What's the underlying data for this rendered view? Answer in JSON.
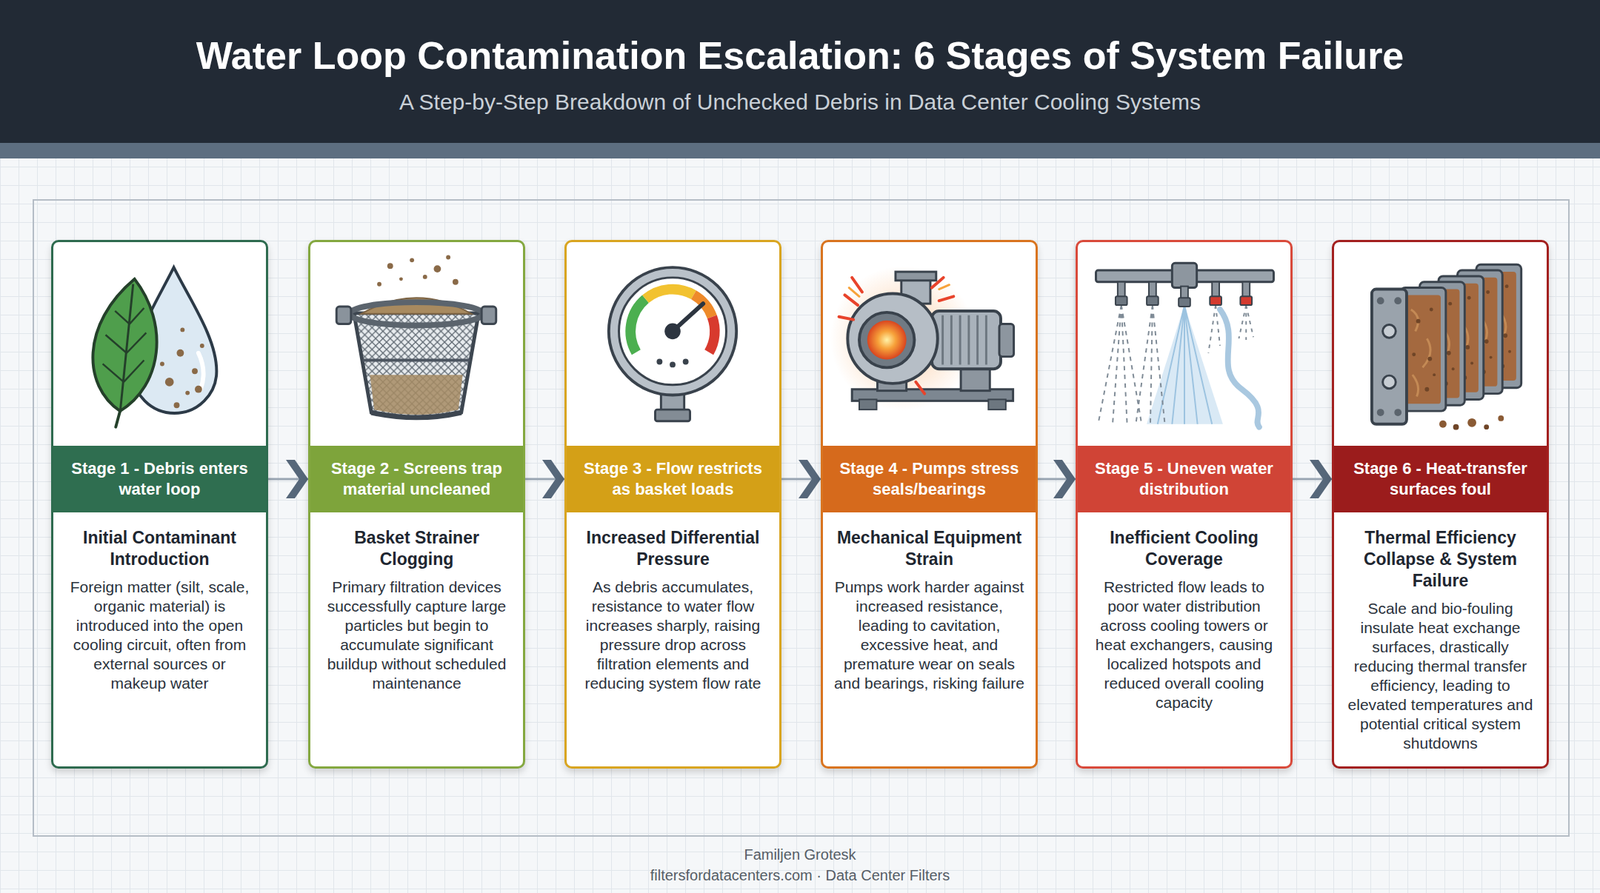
{
  "diagram": {
    "title": "Water Loop Contamination Escalation: 6 Stages of System Failure",
    "nodes": [
      {
        "text": [
          "Stage 1 - Debris enters water loop",
          "Initial Contaminant Introduction",
          "Foreign matter (silt, scale, organic material) is introduced into the open cooling circuit, often from external sources or makeup water"
        ]
      },
      {
        "text": [
          "Stage 2 - Screens trap material uncleaned",
          "Basket Strainer Clogging",
          "Primary filtration devices successfully capture large particles but begin to accumulate significant buildup without scheduled maintenance"
        ]
      },
      {
        "text": [
          "Stage 3 - Flow restricts as basket loads",
          "Increased Differential Pressure",
          "As debris accumulates, resistance to water flow increases sharply, raising pressure drop across filtration elements and reducing system flow rate"
        ]
      },
      {
        "text": [
          "Stage 4 - Pumps stress seals/bearings",
          "Mechanical Equipment Strain",
          "Pumps work harder against increased resistance, leading to cavitation, excessive heat, and premature wear on seals and bearings, risking failure"
        ]
      },
      {
        "text": [
          "Stage 5 - Uneven water distribution",
          "Inefficient Cooling Coverage",
          "Restricted flow leads to poor water distribution across cooling towers or heat exchangers, causing localized hotspots and reduced overall cooling capacity"
        ]
      },
      {
        "text": [
          "Stage 6 - Heat-transfer surfaces foul",
          "Thermal Efficiency Collapse & System Failure",
          "Scale and bio-fouling insulate heat exchange surfaces, drastically reducing thermal transfer efficiency, leading to elevated temperatures and potential critical system shutdowns"
        ]
      }
    ],
    "edges": [
      {
        "from": 0,
        "to": 1,
        "arrow": "to"
      },
      {
        "from": 1,
        "to": 2,
        "arrow": "to"
      },
      {
        "from": 2,
        "to": 3,
        "arrow": "to"
      },
      {
        "from": 3,
        "to": 4,
        "arrow": "to"
      },
      {
        "from": 4,
        "to": 5,
        "arrow": "to"
      }
    ],
    "labels": [
      "A Step-by-Step Breakdown of Unchecked Debris in Data Center Cooling Systems",
      "Familjen Grotesk",
      "filtersfordatacenters.com · Data Center Filters"
    ]
  }
}
